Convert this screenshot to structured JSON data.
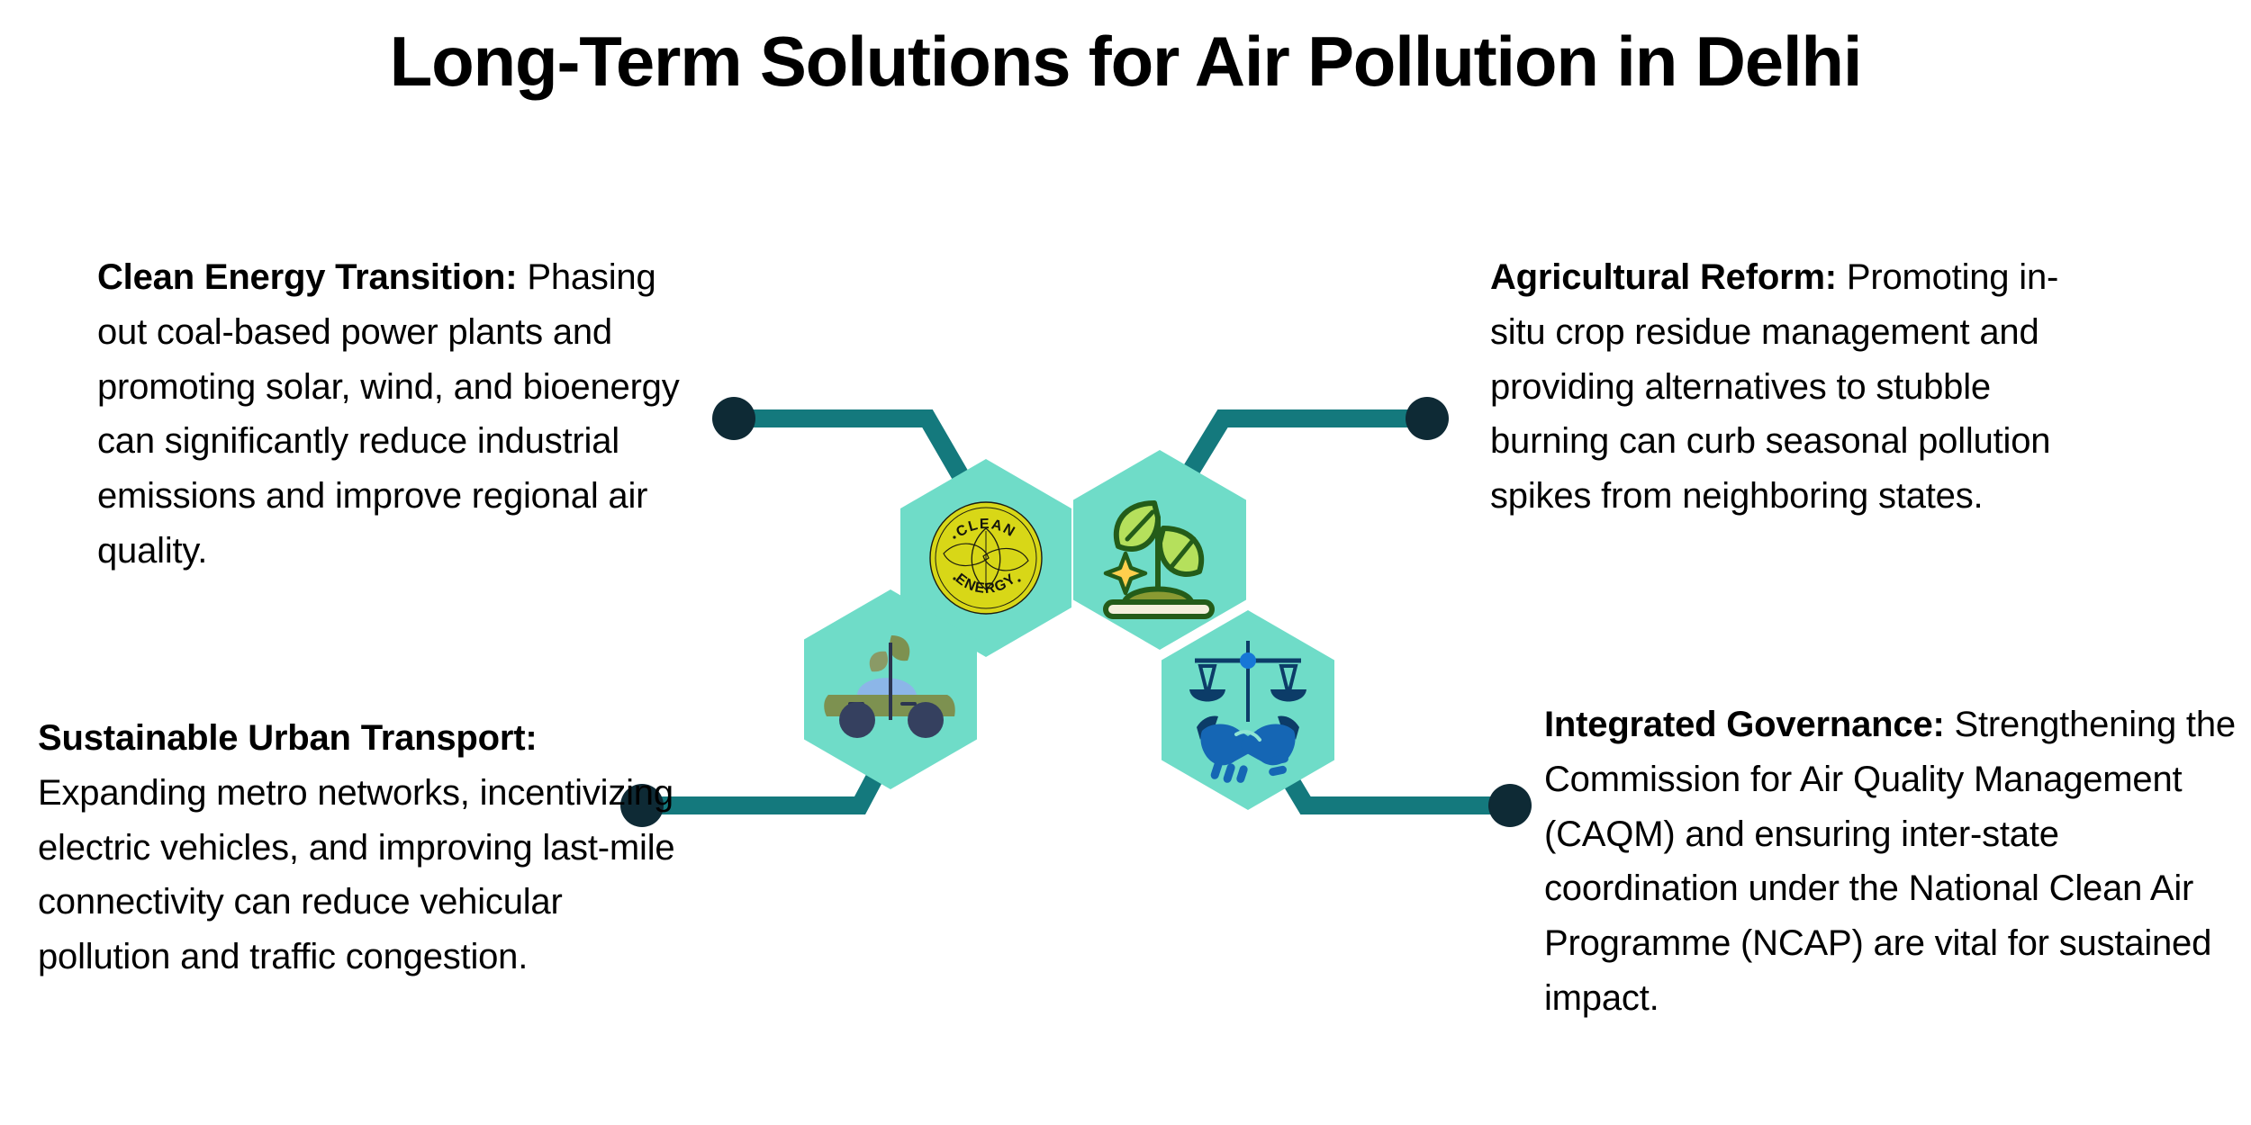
{
  "title": "Long-Term Solutions for Air Pollution in Delhi",
  "blocks": [
    {
      "id": "clean-energy",
      "lead": "Clean Energy Transition:",
      "body": " Phasing out coal-based power plants and promoting solar, wind, and bioenergy can significantly reduce industrial emissions and improve regional air quality."
    },
    {
      "id": "agricultural-reform",
      "lead": "Agricultural Reform:",
      "body": " Promoting in-situ crop residue management and providing alternatives to stubble burning can curb seasonal pollution spikes from neighboring states."
    },
    {
      "id": "sustainable-urban-transport",
      "lead": "Sustainable Urban Transport:",
      "body": " Expanding metro networks, incentivizing electric vehicles, and improving last-mile connectivity can reduce vehicular pollution and traffic congestion."
    },
    {
      "id": "integrated-governance",
      "lead": "Integrated Governance:",
      "body": " Strengthening the Commission for Air Quality Management (CAQM) and ensuring inter-state coordination under the National Clean Air Programme (NCAP) are vital for sustained impact."
    }
  ],
  "icons": {
    "clean_energy": {
      "name": "clean-energy-badge-icon",
      "top_text": "CLEAN",
      "bottom_text": "ENERGY"
    },
    "seedling": {
      "name": "seedling-sprout-icon"
    },
    "eco_car": {
      "name": "eco-car-icon"
    },
    "governance": {
      "name": "scales-handshake-icon"
    }
  },
  "colors": {
    "hex_fill": "#6fdcc8",
    "connector_line": "#14797d",
    "connector_dot": "#0e2a35",
    "badge_yellow": "#d8d717",
    "leaf_light": "#b5e05c",
    "leaf_outline": "#245c19",
    "car_body": "#7d9150",
    "car_window": "#8cb6e8",
    "car_wheel": "#35405f",
    "scale_navy": "#0c3c68",
    "handshake_blue": "#1566b4",
    "sparkle_yellow": "#ffcf4d",
    "text": "#000000"
  }
}
